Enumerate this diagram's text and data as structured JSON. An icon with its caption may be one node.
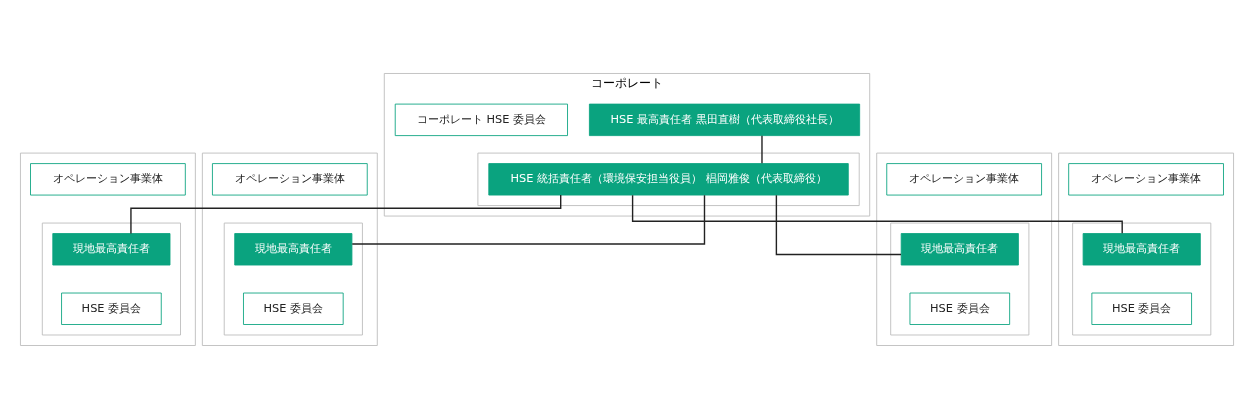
{
  "diagram": {
    "nodes": [
      {
        "text": [
          "コーポレート"
        ]
      },
      {
        "text": [
          "HSE 最高責任者 黒田直樹（代表取締役社長）"
        ],
        "in": 0
      },
      {
        "text": [],
        "shape": "box",
        "in": 0
      },
      {
        "text": [
          "HSE 統括責任者（環境保安担当役員） 椙岡雅俊（代表取締役）"
        ],
        "in": 2
      },
      {
        "text": [
          "コーポレート HSE 委員会"
        ],
        "in": 0
      },
      {
        "text": [],
        "shape": "box"
      },
      {
        "text": [
          "オペレーション事業体"
        ],
        "in": 5
      },
      {
        "text": [],
        "shape": "box",
        "in": 5
      },
      {
        "text": [
          "現地最高責任者"
        ],
        "in": 7
      },
      {
        "text": [
          "HSE 委員会"
        ],
        "in": 7
      },
      {
        "text": [],
        "shape": "box"
      },
      {
        "text": [
          "オペレーション事業体"
        ],
        "in": 10
      },
      {
        "text": [],
        "shape": "box",
        "in": 10
      },
      {
        "text": [
          "現地最高責任者"
        ],
        "in": 12
      },
      {
        "text": [
          "HSE 委員会"
        ],
        "in": 12
      },
      {
        "text": [],
        "shape": "box"
      },
      {
        "text": [
          "オペレーション事業体"
        ],
        "in": 15
      },
      {
        "text": [],
        "shape": "box",
        "in": 15
      },
      {
        "text": [
          "現地最高責任者"
        ],
        "in": 17
      },
      {
        "text": [
          "HSE 委員会"
        ],
        "in": 17
      },
      {
        "text": [],
        "shape": "box"
      },
      {
        "text": [
          "オペレーション事業体"
        ],
        "in": 20
      },
      {
        "text": [],
        "shape": "box",
        "in": 20
      },
      {
        "text": [
          "現地最高責任者"
        ],
        "in": 22
      },
      {
        "text": [
          "HSE 委員会"
        ],
        "in": 22
      }
    ],
    "edges": [
      {
        "from": 1,
        "to": 3,
        "arrow": "none"
      },
      {
        "from": 3,
        "to": 8,
        "arrow": "none"
      },
      {
        "from": 3,
        "to": 13,
        "arrow": "none"
      },
      {
        "from": 3,
        "to": 18,
        "arrow": "none"
      },
      {
        "from": 3,
        "to": 23,
        "arrow": "none"
      }
    ]
  }
}
